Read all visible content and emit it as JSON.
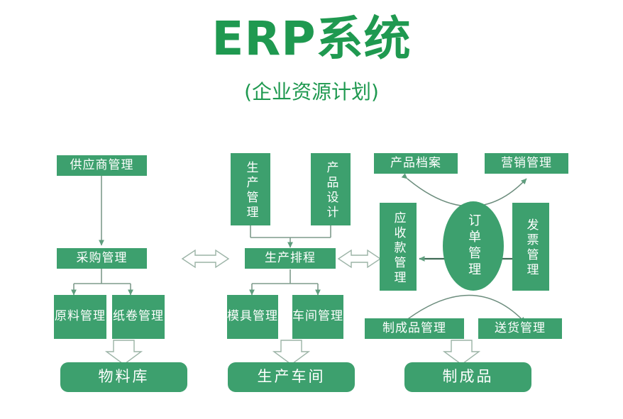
{
  "header": {
    "title": "ERP系统",
    "subtitle": "(企业资源计划)"
  },
  "colors": {
    "node_fill": "#3da06e",
    "node_text": "#ffffff",
    "title_green": "#1f9950",
    "connector": "#7e9b8c",
    "hollow_arrow_stroke": "#9bb3a6",
    "background": "#ffffff"
  },
  "columns": {
    "procurement": {
      "supplier": "供应商管理",
      "purchasing": "采购管理",
      "raw_material": "原料管理",
      "paper_roll": "纸卷管理",
      "material_warehouse": "物料库"
    },
    "production": {
      "production_mgmt": "生产管理",
      "product_design": "产品设计",
      "production_schedule": "生产排程",
      "mold_mgmt": "模具管理",
      "workshop_mgmt": "车间管理",
      "production_workshop": "生产车间"
    },
    "sales": {
      "product_archive": "产品档案",
      "marketing": "营销管理",
      "receivables": "应收款管理",
      "order_mgmt": "订单管理",
      "invoice_mgmt": "发票管理",
      "finished_goods_mgmt": "制成品管理",
      "delivery_mgmt": "送货管理",
      "finished_goods": "制成品"
    }
  },
  "connectors": {
    "double_arrow_left_label": "采购管理 ↔ 生产排程",
    "double_arrow_right_label": "生产排程 ↔ 应收款管理",
    "order_to_product_archive": "订单管理 → 产品档案",
    "order_to_marketing": "订单管理 → 营销管理",
    "order_to_finished_goods_mgmt": "订单管理 → 制成品管理",
    "order_to_delivery_mgmt": "订单管理 → 送货管理",
    "order_to_receivables": "订单管理 → 应收款管理",
    "order_to_invoice": "订单管理 → 发票管理"
  }
}
